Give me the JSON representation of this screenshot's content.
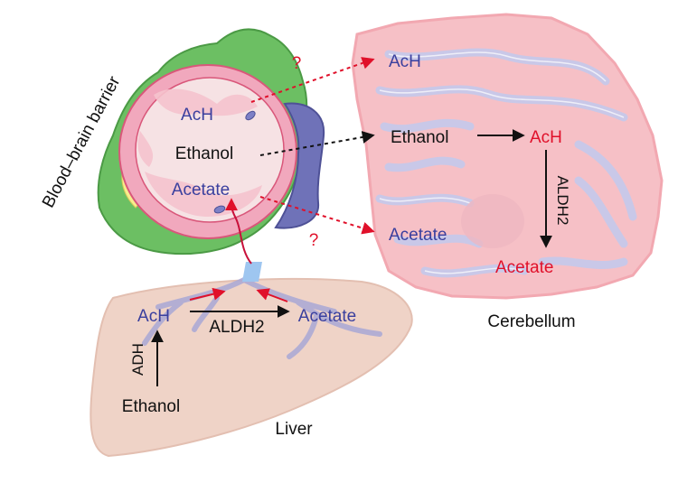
{
  "labels": {
    "bbb_title": "Blood–brain barrier",
    "cerebellum": "Cerebellum",
    "liver": "Liver",
    "question": "?"
  },
  "vessel": {
    "ach": "AcH",
    "ethanol": "Ethanol",
    "acetate": "Acetate"
  },
  "brain": {
    "ach_top": "AcH",
    "ethanol": "Ethanol",
    "ach": "AcH",
    "aldh2": "ALDH2",
    "acetate_left": "Acetate",
    "acetate_product": "Acetate"
  },
  "liver_pathway": {
    "ach": "AcH",
    "aldh2": "ALDH2",
    "acetate": "Acetate",
    "adh": "ADH",
    "ethanol": "Ethanol"
  },
  "colors": {
    "green_endfoot": "#6cbf63",
    "pericyte_purple": "#6f72b8",
    "vessel_pink": "#f1a8bd",
    "lumen": "#f6e2e4",
    "brain_pink": "#f6c0c6",
    "brain_blue": "#c7c9ea",
    "liver_tan": "#efd3c7",
    "red_accent": "#e0102a",
    "blue_text": "#3a3f9e"
  }
}
